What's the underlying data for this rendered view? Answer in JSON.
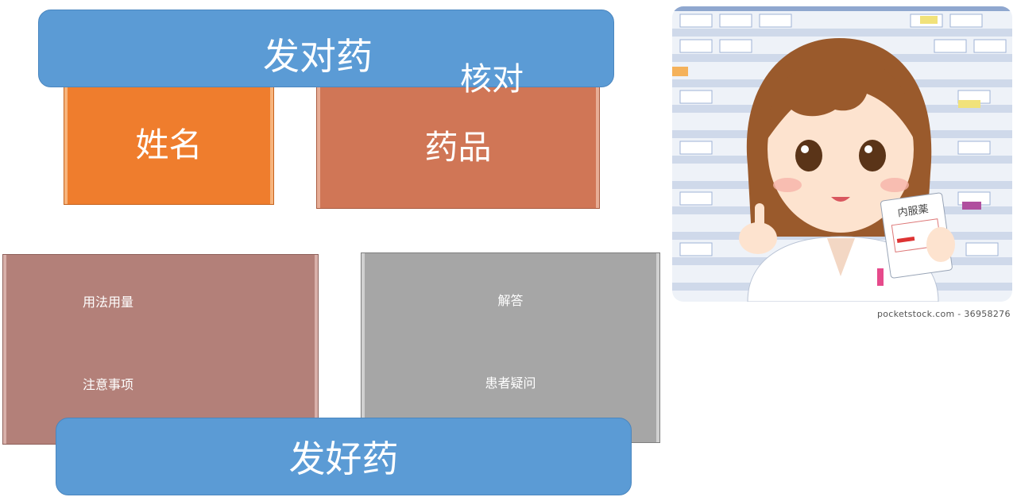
{
  "top_banner": {
    "title": "发对药",
    "subtitle": "核对"
  },
  "cards": {
    "name": "姓名",
    "drug": "药品",
    "usage_line1": "用法用量",
    "usage_line2": "注意事项",
    "answer_line1": "解答",
    "answer_line2": "患者疑问"
  },
  "bottom_banner": {
    "title": "发好药"
  },
  "illustration": {
    "card_title": "内服薬",
    "credit": "pocketstock.com - 36958276"
  }
}
